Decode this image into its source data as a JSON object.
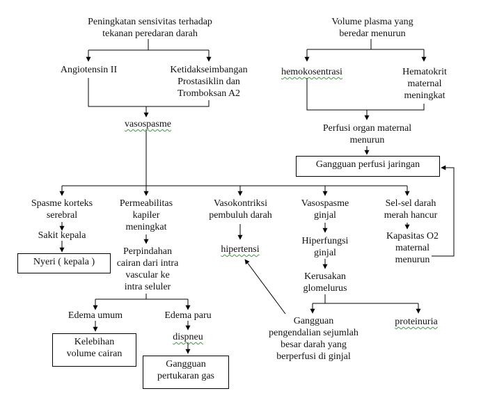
{
  "top_left": {
    "cause": "Peningkatan sensivitas terhadap\ntekanan peredaran darah",
    "angiotensin": "Angiotensin II",
    "imbalance": "Ketidakseimbangan\nProstasiklin dan\nTromboksan A2",
    "vasospasm": "vasospasme"
  },
  "top_right": {
    "plasma": "Volume plasma yang\nberedar menurun",
    "hemoconcentration": "hemokosentrasi",
    "hematocrit": "Hematokrit\nmaternal\nmeningkat",
    "perfusion": "Perfusi organ maternal\nmenurun",
    "perfusion_disorder": "Gangguan perfusi jaringan"
  },
  "branches": {
    "cortex": "Spasme korteks\nserebral",
    "headache": "Sakit kepala",
    "pain_box": "Nyeri ( kepala )",
    "permeability": "Permeabilitas\nkapiler\nmeningkat",
    "fluid_shift": "Perpindahan\ncairan dari intra\nvascular ke\nintra seluler",
    "edema_general": "Edema umum",
    "edema_lung": "Edema paru",
    "fluid_excess_box": "Kelebihan\nvolume cairan",
    "dyspnea": "dispneu",
    "gas_exchange_box": "Gangguan\npertukaran gas",
    "vasoconstriction": "Vasokontriksi\npembuluh darah",
    "hypertension": "hipertensi",
    "renal_vasospasm": "Vasospasme\nginjal",
    "hyperfunction": "Hiperfungsi\nginjal",
    "glomerulus": "Kerusakan\nglomelurus",
    "renal_disorder": "Gangguan\npengendalian sejumlah\nbesar darah yang\nberperfusi di ginjal",
    "proteinuria": "proteinuria",
    "rbc": "Sel-sel darah\nmerah hancur",
    "o2": "Kapasitas O2\nmaternal\nmenurun"
  },
  "colors": {
    "line": "#000000",
    "text": "#111111",
    "spellcheck": "#3a9a3a"
  }
}
